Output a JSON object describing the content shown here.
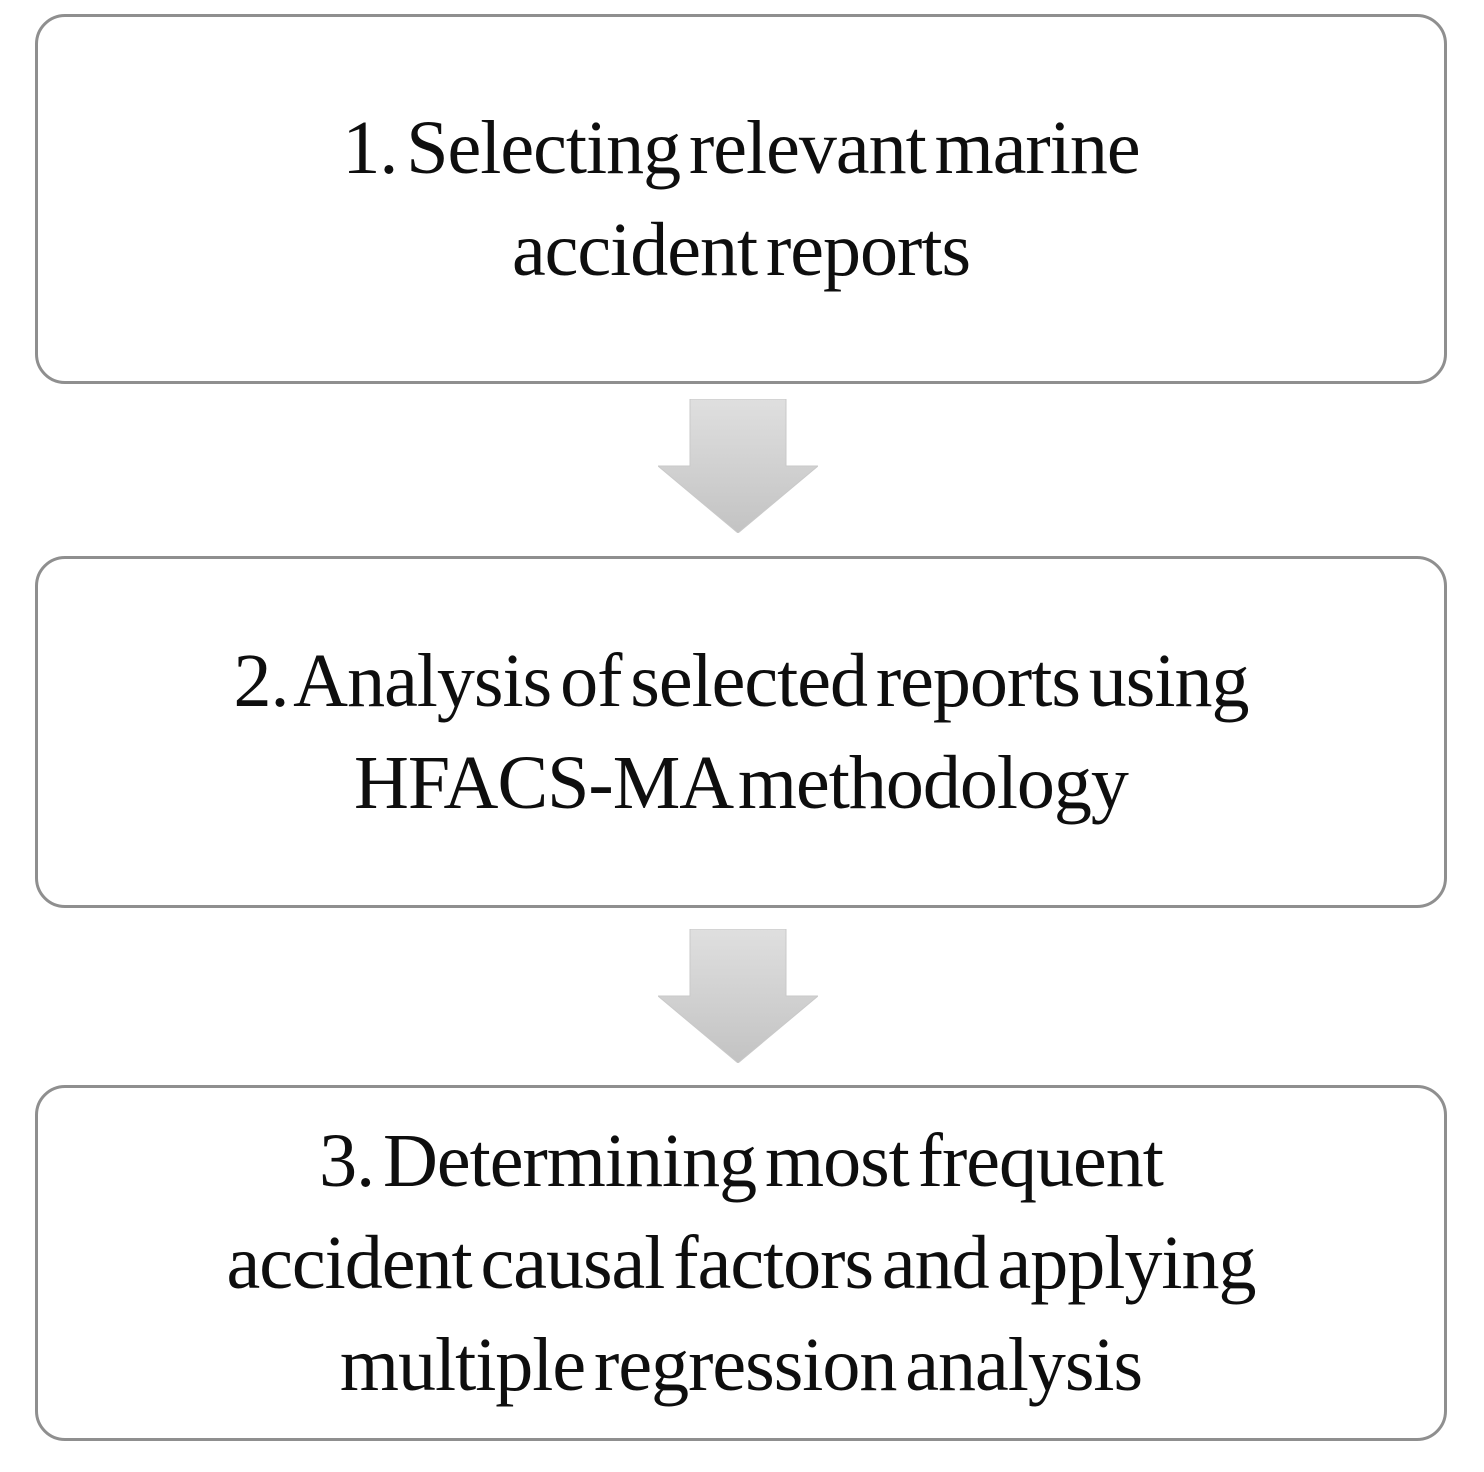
{
  "figure": {
    "background_color": "#ffffff",
    "box_border_color": "#8f8f8f",
    "box_fill_color": "#ffffff",
    "text_color": "#0e0e0e",
    "arrow": {
      "glyph": "down-block-arrow",
      "fill_top": "#dfdfdf",
      "fill_bottom": "#c3c3c3",
      "edge_color": "#c9c9c9"
    },
    "steps": [
      {
        "label": "1. Selecting relevant marine accident reports",
        "lines": [
          "1. Selecting relevant marine",
          "accident reports"
        ]
      },
      {
        "label": "2. Analysis of selected reports using HFACS-MA methodology",
        "lines": [
          "2. Analysis of selected reports using",
          "HFACS-MA methodology"
        ]
      },
      {
        "label": "3. Determining most frequent accident causal factors and applying multiple regression analysis",
        "lines": [
          "3. Determining most frequent",
          "accident causal factors and applying",
          "multiple regression analysis"
        ]
      }
    ]
  }
}
